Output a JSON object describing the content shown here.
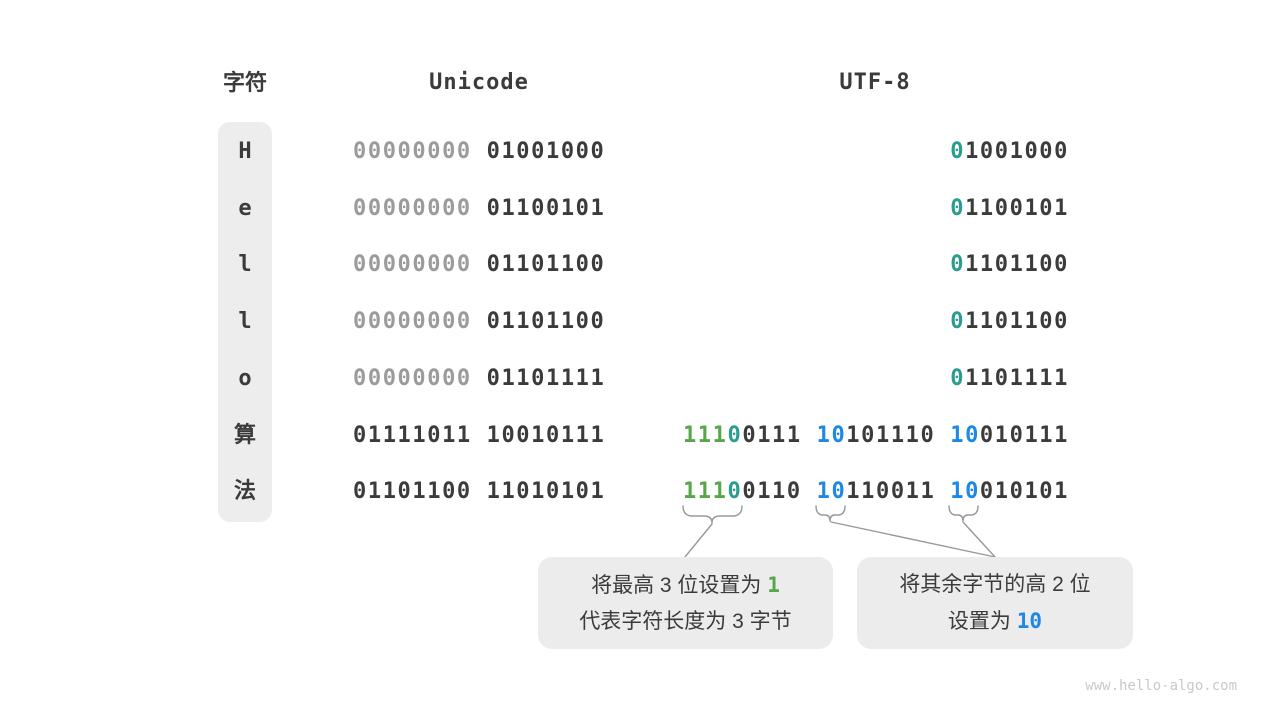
{
  "header": {
    "char": "字符",
    "unicode": "Unicode",
    "utf8": "UTF-8"
  },
  "rows": [
    {
      "char": "H",
      "unicode": [
        {
          "t": "00000000",
          "c": "gray"
        },
        {
          "t": " 01001000",
          "c": "dark"
        }
      ],
      "utf8": [
        {
          "t": "0",
          "c": "teal"
        },
        {
          "t": "1001000",
          "c": "dark"
        }
      ]
    },
    {
      "char": "e",
      "unicode": [
        {
          "t": "00000000",
          "c": "gray"
        },
        {
          "t": " 01100101",
          "c": "dark"
        }
      ],
      "utf8": [
        {
          "t": "0",
          "c": "teal"
        },
        {
          "t": "1100101",
          "c": "dark"
        }
      ]
    },
    {
      "char": "l",
      "unicode": [
        {
          "t": "00000000",
          "c": "gray"
        },
        {
          "t": " 01101100",
          "c": "dark"
        }
      ],
      "utf8": [
        {
          "t": "0",
          "c": "teal"
        },
        {
          "t": "1101100",
          "c": "dark"
        }
      ]
    },
    {
      "char": "l",
      "unicode": [
        {
          "t": "00000000",
          "c": "gray"
        },
        {
          "t": " 01101100",
          "c": "dark"
        }
      ],
      "utf8": [
        {
          "t": "0",
          "c": "teal"
        },
        {
          "t": "1101100",
          "c": "dark"
        }
      ]
    },
    {
      "char": "o",
      "unicode": [
        {
          "t": "00000000",
          "c": "gray"
        },
        {
          "t": " 01101111",
          "c": "dark"
        }
      ],
      "utf8": [
        {
          "t": "0",
          "c": "teal"
        },
        {
          "t": "1101111",
          "c": "dark"
        }
      ]
    },
    {
      "char": "算",
      "unicode": [
        {
          "t": "01111011 10010111",
          "c": "dark"
        }
      ],
      "utf8": [
        {
          "t": "111",
          "c": "green"
        },
        {
          "t": "0",
          "c": "teal"
        },
        {
          "t": "0111 ",
          "c": "dark"
        },
        {
          "t": "10",
          "c": "blue"
        },
        {
          "t": "101110 ",
          "c": "dark"
        },
        {
          "t": "10",
          "c": "blue"
        },
        {
          "t": "010111",
          "c": "dark"
        }
      ]
    },
    {
      "char": "法",
      "unicode": [
        {
          "t": "01101100 11010101",
          "c": "dark"
        }
      ],
      "utf8": [
        {
          "t": "111",
          "c": "green"
        },
        {
          "t": "0",
          "c": "teal"
        },
        {
          "t": "0110 ",
          "c": "dark"
        },
        {
          "t": "10",
          "c": "blue"
        },
        {
          "t": "110011 ",
          "c": "dark"
        },
        {
          "t": "10",
          "c": "blue"
        },
        {
          "t": "010101",
          "c": "dark"
        }
      ]
    }
  ],
  "callouts": {
    "left": {
      "line1_prefix": "将最高 3 位设置为 ",
      "line1_highlight": "1",
      "line2": "代表字符长度为 3 字节"
    },
    "right": {
      "line1": "将其余字节的高 2 位",
      "line2_prefix": "设置为 ",
      "line2_highlight": "10"
    }
  },
  "colors": {
    "dark": "#3b3b3b",
    "gray": "#9b9b9b",
    "teal": "#2a9d8f",
    "green": "#57a64a",
    "blue": "#1e88e5",
    "box_bg": "#ececec",
    "char_col_bg": "#ededed",
    "connector": "#999999"
  },
  "watermark": "www.hello-algo.com"
}
